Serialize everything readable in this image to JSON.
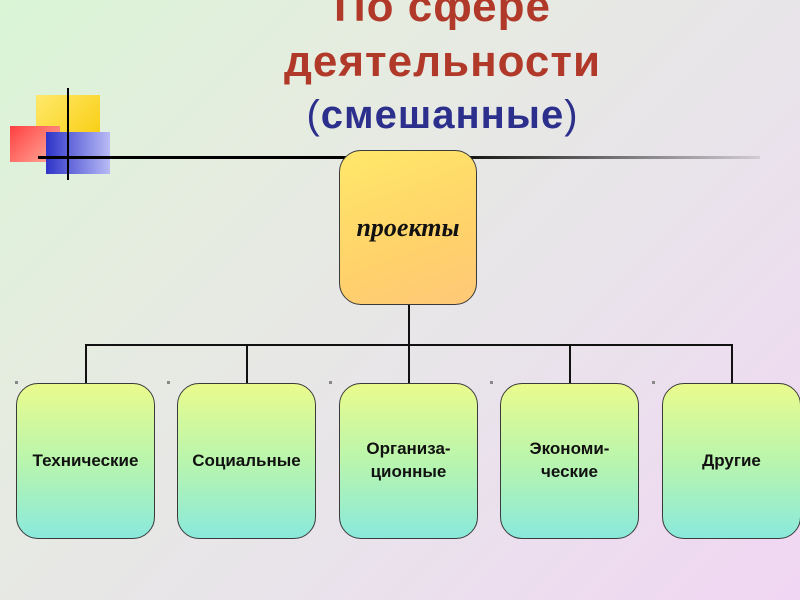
{
  "title": {
    "line1": "По сфере",
    "line2": "деятельности",
    "subtitle_text": "смешанные",
    "open_paren": "(",
    "close_paren": ")"
  },
  "diagram": {
    "root": "проекты",
    "children": [
      "Технические",
      "Социальные",
      "Организа-\nционные",
      "Экономи-\nческие",
      "Другие"
    ]
  }
}
